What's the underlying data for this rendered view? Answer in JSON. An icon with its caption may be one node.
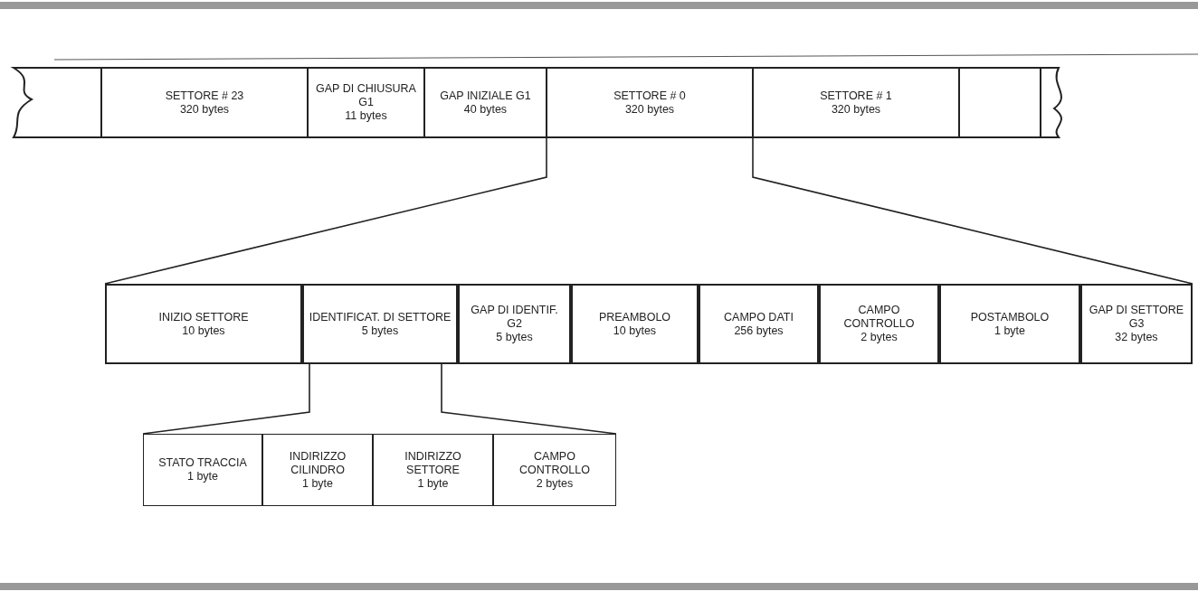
{
  "diagram": {
    "nodes": [
      {
        "text": [
          "SETTORE # 23",
          "320 bytes"
        ]
      },
      {
        "text": [
          "GAP DI CHIUSURA G1",
          "11 bytes"
        ]
      },
      {
        "text": [
          "GAP INIZIALE G1",
          "40 bytes"
        ]
      },
      {
        "text": [
          "SETTORE # 0",
          "320 bytes"
        ]
      },
      {
        "text": [
          "SETTORE # 1",
          "320 bytes"
        ]
      },
      {
        "text": [],
        "shape": "box"
      },
      {
        "text": [
          "INIZIO SETTORE",
          "10 bytes"
        ]
      },
      {
        "text": [
          "IDENTIFICAT. DI SETTORE",
          "5 bytes"
        ]
      },
      {
        "text": [
          "GAP DI IDENTIF. G2",
          "5 bytes"
        ]
      },
      {
        "text": [
          "PREAMBOLO",
          "10 bytes"
        ]
      },
      {
        "text": [
          "CAMPO DATI",
          "256 bytes"
        ]
      },
      {
        "text": [
          "CAMPO CONTROLLO",
          "2 bytes"
        ]
      },
      {
        "text": [
          "POSTAMBOLO",
          "1 byte"
        ]
      },
      {
        "text": [
          "GAP DI SETTORE G3",
          "32 bytes"
        ]
      },
      {
        "text": [
          "STATO TRACCIA",
          "1 byte"
        ]
      },
      {
        "text": [
          "INDIRIZZO CILINDRO",
          "1 byte"
        ]
      },
      {
        "text": [
          "INDIRIZZO SETTORE",
          "1 byte"
        ]
      },
      {
        "text": [
          "CAMPO CONTROLLO",
          "2 bytes"
        ]
      }
    ],
    "edges": [
      {
        "from": 3,
        "to": 6,
        "arrow": "none"
      },
      {
        "from": 3,
        "to": 13,
        "arrow": "none"
      },
      {
        "from": 7,
        "to": 14,
        "arrow": "none"
      },
      {
        "from": 7,
        "to": 17,
        "arrow": "none"
      }
    ]
  }
}
